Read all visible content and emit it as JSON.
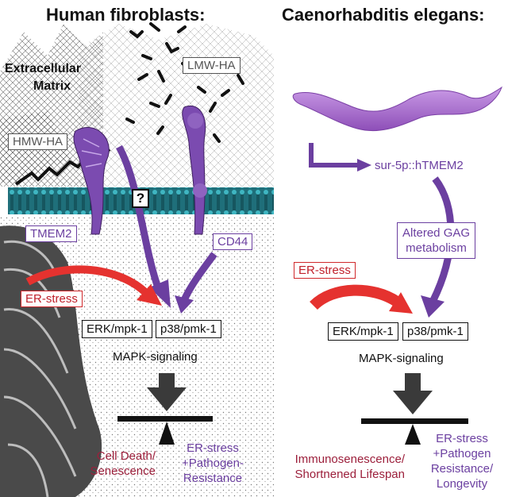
{
  "left": {
    "title": "Human fibroblasts:",
    "ecm_line1": "Extracellular",
    "ecm_line2": "Matrix",
    "lmw_ha": "LMW-HA",
    "hmw_ha": "HMW-HA",
    "question": "?",
    "tmem2": "TMEM2",
    "cd44": "CD44",
    "er_stress": "ER-stress",
    "erk": "ERK/mpk-1",
    "p38": "p38/pmk-1",
    "mapk": "MAPK-signaling",
    "outcome_bad_line1": "Cell Death/",
    "outcome_bad_line2": "Senescence",
    "outcome_good_line1": "ER-stress",
    "outcome_good_line2": "+Pathogen-",
    "outcome_good_line3": "Resistance"
  },
  "right": {
    "title": "Caenorhabditis elegans:",
    "promoter": "sur-5p::hTMEM2",
    "gag_line1": "Altered GAG",
    "gag_line2": "metabolism",
    "er_stress": "ER-stress",
    "erk": "ERK/mpk-1",
    "p38": "p38/pmk-1",
    "mapk": "MAPK-signaling",
    "outcome_bad_line1": "Immunosenescence/",
    "outcome_bad_line2": "Shortnened Lifespan",
    "outcome_good_line1": "ER-stress",
    "outcome_good_line2": "+Pathogen",
    "outcome_good_line3": "Resistance/",
    "outcome_good_line4": "Longevity"
  },
  "colors": {
    "purple": "#6b3fa0",
    "red": "#e5322f",
    "dark_red": "#9c1f3b",
    "membrane": "#1f8a95",
    "worm": "#b176d4"
  }
}
